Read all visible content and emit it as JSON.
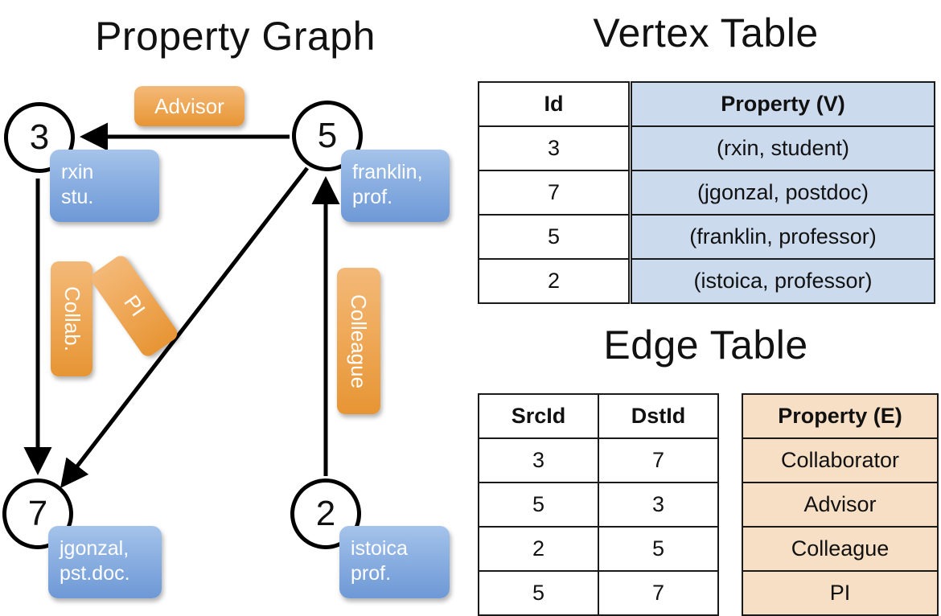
{
  "titles": {
    "property_graph": "Property Graph",
    "vertex_table": "Vertex Table",
    "edge_table": "Edge Table"
  },
  "graph": {
    "nodes": [
      {
        "id": "3",
        "property_line1": "rxin",
        "property_line2": "stu."
      },
      {
        "id": "5",
        "property_line1": "franklin,",
        "property_line2": "prof."
      },
      {
        "id": "7",
        "property_line1": "jgonzal,",
        "property_line2": "pst.doc."
      },
      {
        "id": "2",
        "property_line1": "istoica",
        "property_line2": "prof."
      }
    ],
    "edge_labels": [
      {
        "name": "advisor",
        "text": "Advisor"
      },
      {
        "name": "collab",
        "text": "Collab."
      },
      {
        "name": "pi",
        "text": "PI"
      },
      {
        "name": "colleague",
        "text": "Colleague"
      }
    ]
  },
  "vertex_table": {
    "headers": [
      "Id",
      "Property (V)"
    ],
    "rows": [
      {
        "id": "3",
        "property": "(rxin, student)"
      },
      {
        "id": "7",
        "property": "(jgonzal, postdoc)"
      },
      {
        "id": "5",
        "property": "(franklin, professor)"
      },
      {
        "id": "2",
        "property": "(istoica, professor)"
      }
    ]
  },
  "edge_table": {
    "headers": [
      "SrcId",
      "DstId",
      "Property (E)"
    ],
    "rows": [
      {
        "src": "3",
        "dst": "7",
        "property": "Collaborator"
      },
      {
        "src": "5",
        "dst": "3",
        "property": "Advisor"
      },
      {
        "src": "2",
        "dst": "5",
        "property": "Colleague"
      },
      {
        "src": "5",
        "dst": "7",
        "property": "PI"
      }
    ]
  },
  "colors": {
    "vertex_fill": "#ccdaee",
    "edge_fill": "#f6dfc4",
    "vertex_box": "#8db1e2",
    "edge_box": "#efa959",
    "stroke": "#000000"
  }
}
